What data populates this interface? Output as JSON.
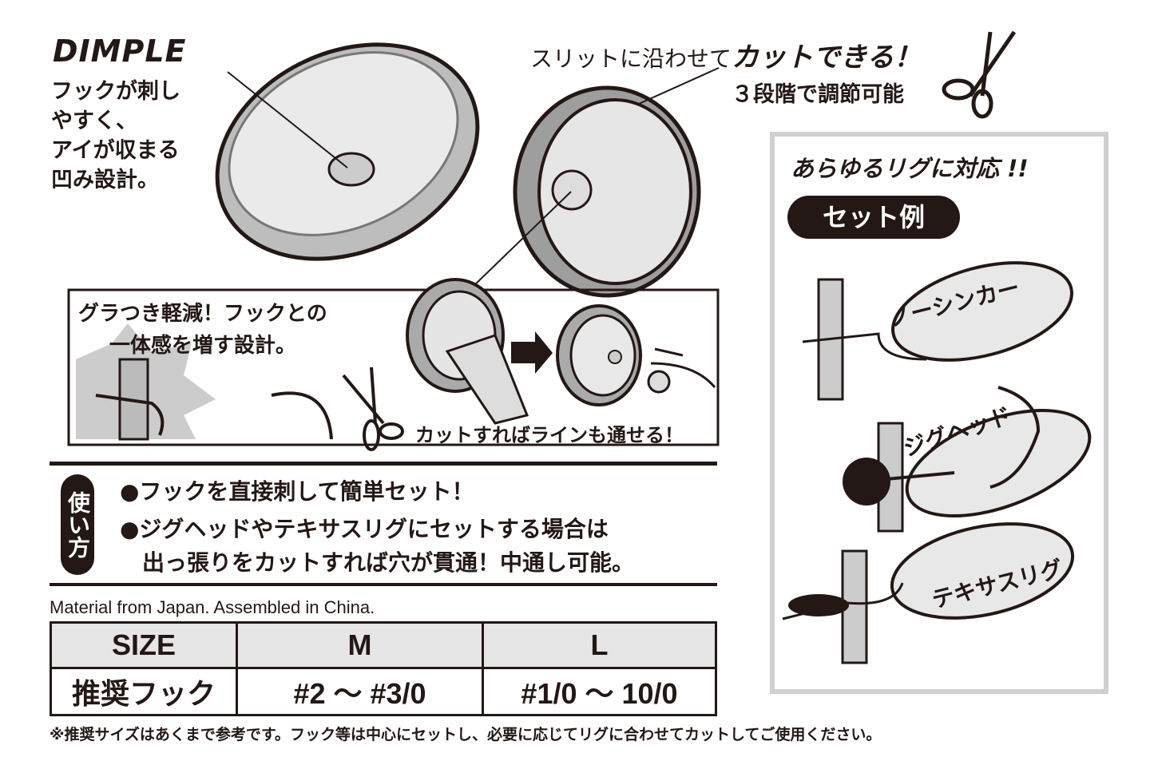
{
  "dimple": {
    "title": "DIMPLE",
    "description": "フックが刺し\nやすく、\nアイが収まる\n凹み設計。"
  },
  "slit": {
    "prefix": "スリットに沿わせて",
    "emphasis": "カットできる！",
    "sub": "３段階で調節可能"
  },
  "wobble": {
    "text": "グラつき軽減！フックとの\n一体感を増す設計。"
  },
  "cut_line_text": "カットすればラインも通せる！",
  "usage": {
    "badge": "使い方",
    "items": [
      "●フックを直接刺して簡単セット！",
      "●ジグヘッドやテキサスリグにセットする場合は\n　出っ張りをカットすれば穴が貫通！中通し可能。"
    ]
  },
  "material": "Material from Japan. Assembled in China.",
  "size_table": {
    "headers": [
      "SIZE",
      "M",
      "L"
    ],
    "rows": [
      [
        "推奨フック",
        "#2 ～ #3/0",
        "#1/0 ～ 10/0"
      ]
    ]
  },
  "note": "※推奨サイズはあくまで参考です。フック等は中心にセットし、必要に応じてリグに合わせてカットしてご使用ください。",
  "rig_panel": {
    "title": "あらゆるリグに対応 !!",
    "set_example": "セット例",
    "rigs": [
      "ノーシンカー",
      "ジグヘッド",
      "テキサスリグ"
    ]
  },
  "colors": {
    "ink": "#231815",
    "panel_border": "#d0d0d0",
    "table_header": "#e6e6e6"
  }
}
